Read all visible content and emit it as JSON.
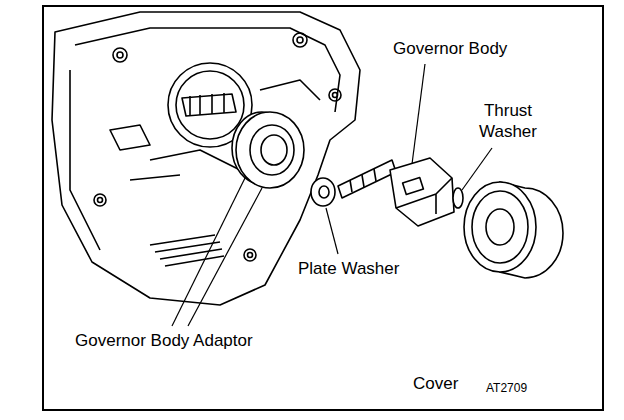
{
  "diagram": {
    "labels": [
      "Governor Body",
      "Thrust Washer",
      "Plate Washer",
      "Governor Body Adaptor",
      "Cover",
      "AT2709"
    ]
  }
}
